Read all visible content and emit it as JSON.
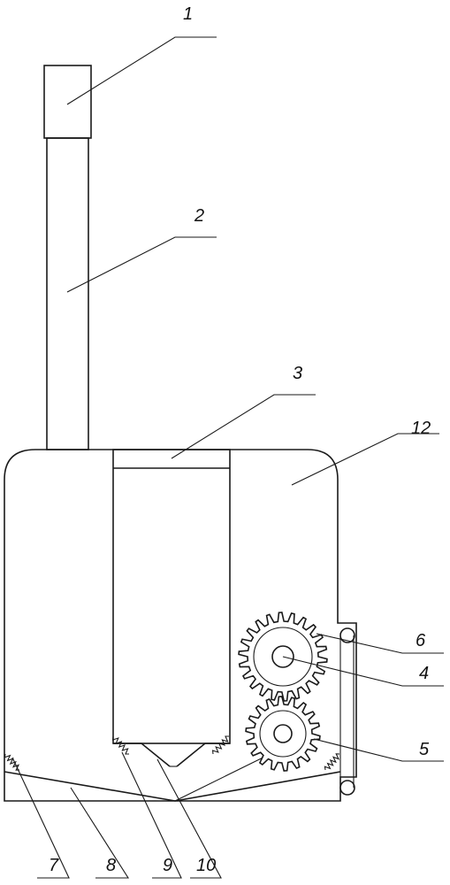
{
  "labels": [
    {
      "id": "1",
      "text": "1"
    },
    {
      "id": "2",
      "text": "2"
    },
    {
      "id": "3",
      "text": "3"
    },
    {
      "id": "12",
      "text": "12"
    },
    {
      "id": "6",
      "text": "6"
    },
    {
      "id": "4",
      "text": "4"
    },
    {
      "id": "5",
      "text": "5"
    },
    {
      "id": "7",
      "text": "7"
    },
    {
      "id": "8",
      "text": "8"
    },
    {
      "id": "9",
      "text": "9"
    },
    {
      "id": "10",
      "text": "10"
    }
  ],
  "icons": {
    "gear_large": "spur-gear-icon",
    "gear_small": "spur-gear-icon",
    "spring": "spring-icon",
    "pulley": "pulley-icon"
  },
  "colors": {
    "line": "#1a1a1a",
    "background": "#ffffff"
  }
}
